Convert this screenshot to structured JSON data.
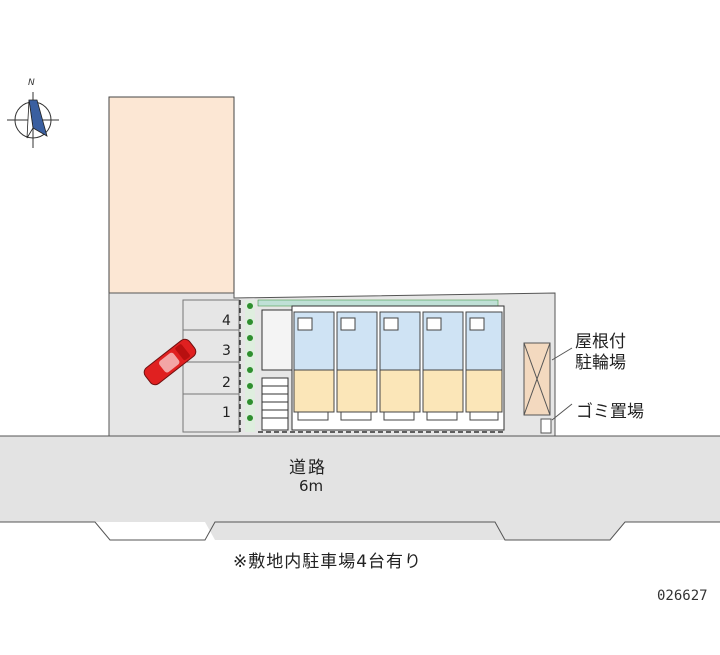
{
  "compass": {
    "north_label": "N"
  },
  "road": {
    "name": "道路",
    "width": "6m"
  },
  "parking": {
    "slots": [
      "1",
      "2",
      "3",
      "4"
    ]
  },
  "facilities": {
    "bike_parking_line1": "屋根付",
    "bike_parking_line2": "駐輪場",
    "trash": "ゴミ置場"
  },
  "note": "※敷地内駐車場4台有り",
  "property_code": "026627",
  "colors": {
    "neighbor_lot": "#fce7d4",
    "lot_ground": "#e6e6e6",
    "road": "#e3e3e3",
    "unit_room": "#fbe6b8",
    "unit_bath": "#cfe3f4",
    "car": "#e02020",
    "greenery": "#2f8f2f"
  }
}
